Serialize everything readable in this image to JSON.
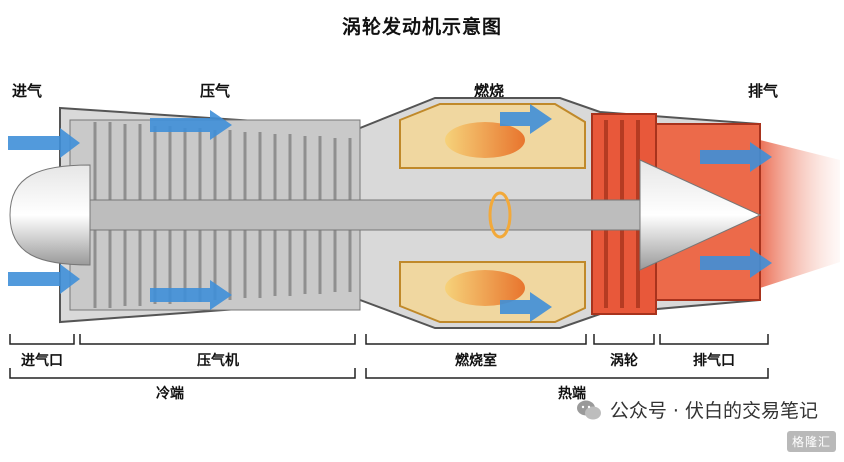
{
  "title": "涡轮发动机示意图",
  "top_labels": {
    "intake": "进气",
    "compression": "压气",
    "combustion": "燃烧",
    "exhaust": "排气"
  },
  "sections_row1": {
    "inlet": "进气口",
    "compressor": "压气机",
    "combustor": "燃烧室",
    "turbine": "涡轮",
    "nozzle": "排气口"
  },
  "sections_row2": {
    "cold_end": "冷端",
    "hot_end": "热端"
  },
  "watermark": {
    "text": "公众号 · 伏白的交易笔记",
    "icon": "wechat-icon"
  },
  "logo_text": "格隆汇",
  "colors": {
    "airflow": "#3f8fd8",
    "flame": "#f2a93a",
    "hot_section": "#e8583a",
    "casing": "#8a8a8a"
  }
}
